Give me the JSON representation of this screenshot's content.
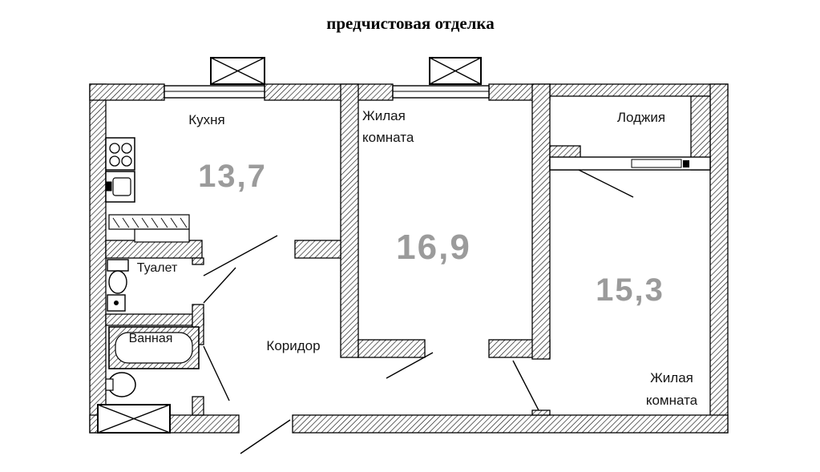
{
  "title": "предчистовая отделка",
  "rooms": {
    "kitchen": {
      "name": "Кухня",
      "area": "13,7"
    },
    "living_room_1": {
      "name_line1": "Жилая",
      "name_line2": "комната",
      "area": "16,9"
    },
    "living_room_2": {
      "name_line1": "Жилая",
      "name_line2": "комната",
      "area": "15,3"
    },
    "loggia": {
      "name": "Лоджия"
    },
    "toilet": {
      "name": "Туалет"
    },
    "bathroom": {
      "name": "Ванная"
    },
    "corridor": {
      "name": "Коридор"
    }
  },
  "colors": {
    "wall": "#000000",
    "area_number": "#9b9b9b",
    "background": "#ffffff"
  }
}
